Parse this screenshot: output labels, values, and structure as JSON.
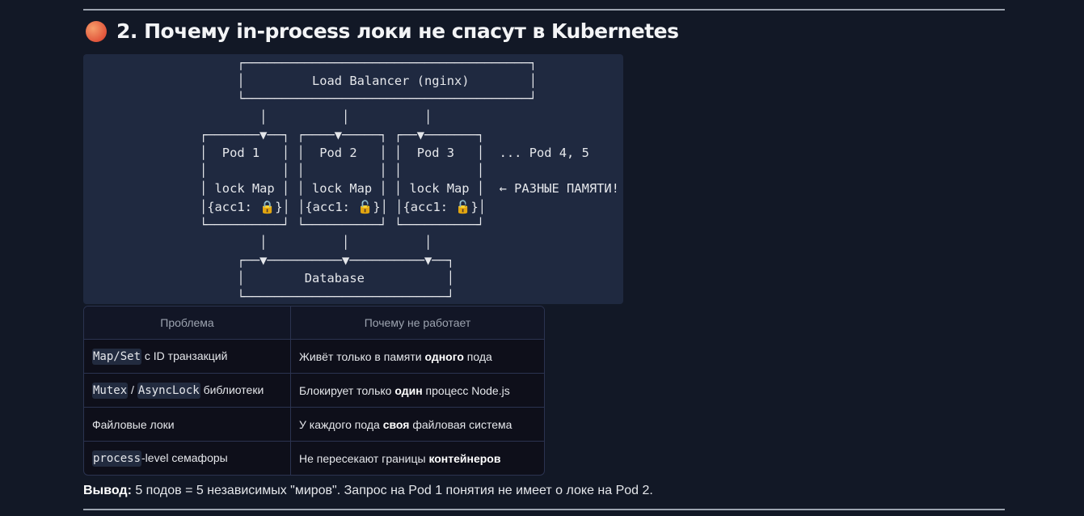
{
  "section": {
    "title": "2. Почему in-process локи не спасут в Kubernetes",
    "icon": "orange-circle-icon"
  },
  "diagram": {
    "lines": [
      "     ┌──────────────────────────────────────┐",
      "     │         Load Balancer (nginx)        │",
      "     └──────────────────────────────────────┘",
      "        │          │          │",
      "┌───────▼──┐ ┌────▼─────┐ ┌──▼───────┐",
      "│  Pod 1   │ │  Pod 2   │ │  Pod 3   │  ... Pod 4, 5",
      "│          │ │          │ │          │",
      "│ lock Map │ │ lock Map │ │ lock Map │  ← РАЗНЫЕ ПАМЯТИ!",
      "│{acc1: 🔒}│ │{acc1: 🔓}│ │{acc1: 🔓}│",
      "└──────────┘ └──────────┘ └──────────┘",
      "        │          │          │",
      "     ┌──▼──────────▼──────────▼──┐",
      "     │        Database           │",
      "     └───────────────────────────┘"
    ]
  },
  "table": {
    "headers": [
      "Проблема",
      "Почему не работает"
    ],
    "rows": [
      {
        "c1_code1": "Map/Set",
        "c1_text": " с ID транзакций",
        "c2_pre": "Живёт только в памяти ",
        "c2_bold": "одного",
        "c2_post": " пода"
      },
      {
        "c1_code1": "Mutex",
        "c1_sep": " / ",
        "c1_code2": "AsyncLock",
        "c1_text": " библиотеки",
        "c2_pre": "Блокирует только ",
        "c2_bold": "один",
        "c2_post": " процесс Node.js"
      },
      {
        "c1_text": "Файловые локи",
        "c2_pre": "У каждого пода ",
        "c2_bold": "своя",
        "c2_post": " файловая система"
      },
      {
        "c1_code1": "process",
        "c1_text": "-level семафоры",
        "c2_pre": "Не пересекают границы ",
        "c2_bold": "контейнеров",
        "c2_post": ""
      }
    ]
  },
  "conclusion": {
    "label": "Вывод:",
    "text": " 5 подов = 5 независимых \"миров\". Запрос на Pod 1 понятия не имеет о локе на Pod 2."
  }
}
